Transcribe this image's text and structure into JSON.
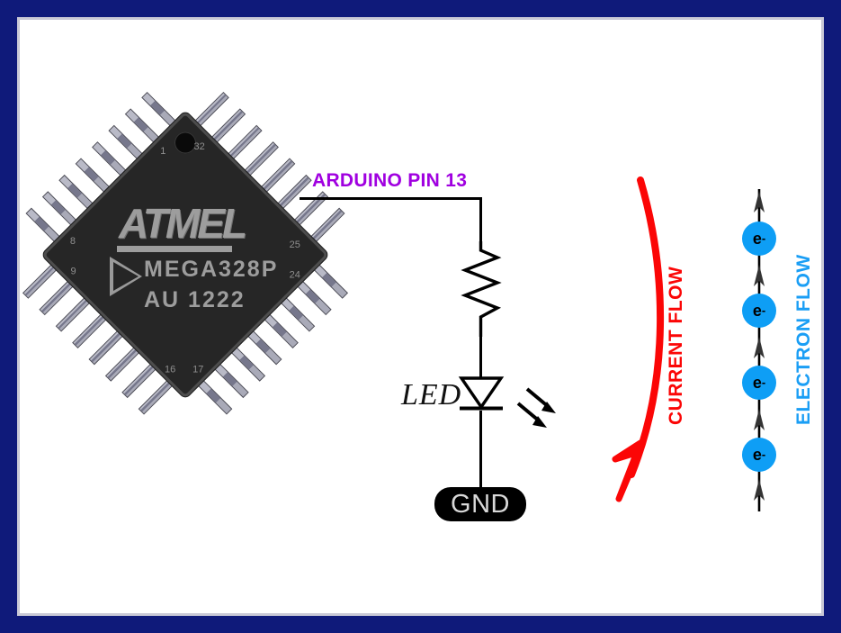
{
  "page": {
    "title": "Arduino Pin 13 LED circuit with current and electron flow",
    "border_color": "#0f1a7a",
    "background_color": "#ffffff"
  },
  "chip": {
    "name": "ATMEL ATmega328P TQFP",
    "brand": "ATMEL",
    "part_line1": "MEGA328P",
    "part_line2": "AU 1222",
    "pin_numbers": [
      "1",
      "8",
      "9",
      "16",
      "17",
      "24",
      "25",
      "32"
    ],
    "pin_count": 32,
    "body_color": "#262626",
    "text_color": "#9d9d9d",
    "pin_color": "#b9bac7"
  },
  "circuit": {
    "pin_label": "ARDUINO PIN 13",
    "pin_label_color": "#a000e0",
    "resistor": {
      "name": "resistor",
      "zigzag_count": 3
    },
    "led": {
      "label": "LED",
      "emission_arrows": 2
    },
    "ground": {
      "label": "GND",
      "fill": "#000000",
      "text_color": "#d9d9d9"
    },
    "wire_color": "#000000"
  },
  "current_flow": {
    "label": "CURRENT FLOW",
    "color": "#fb0606",
    "direction": "downward"
  },
  "electron_flow": {
    "label": "ELECTRON FLOW",
    "color": "#1a9ef5",
    "direction": "upward",
    "particle_label": "e",
    "particle_charge": "-",
    "particles": [
      "e",
      "e",
      "e",
      "e"
    ],
    "particle_color": "#0e9ef5",
    "arrow_color": "#333333"
  }
}
